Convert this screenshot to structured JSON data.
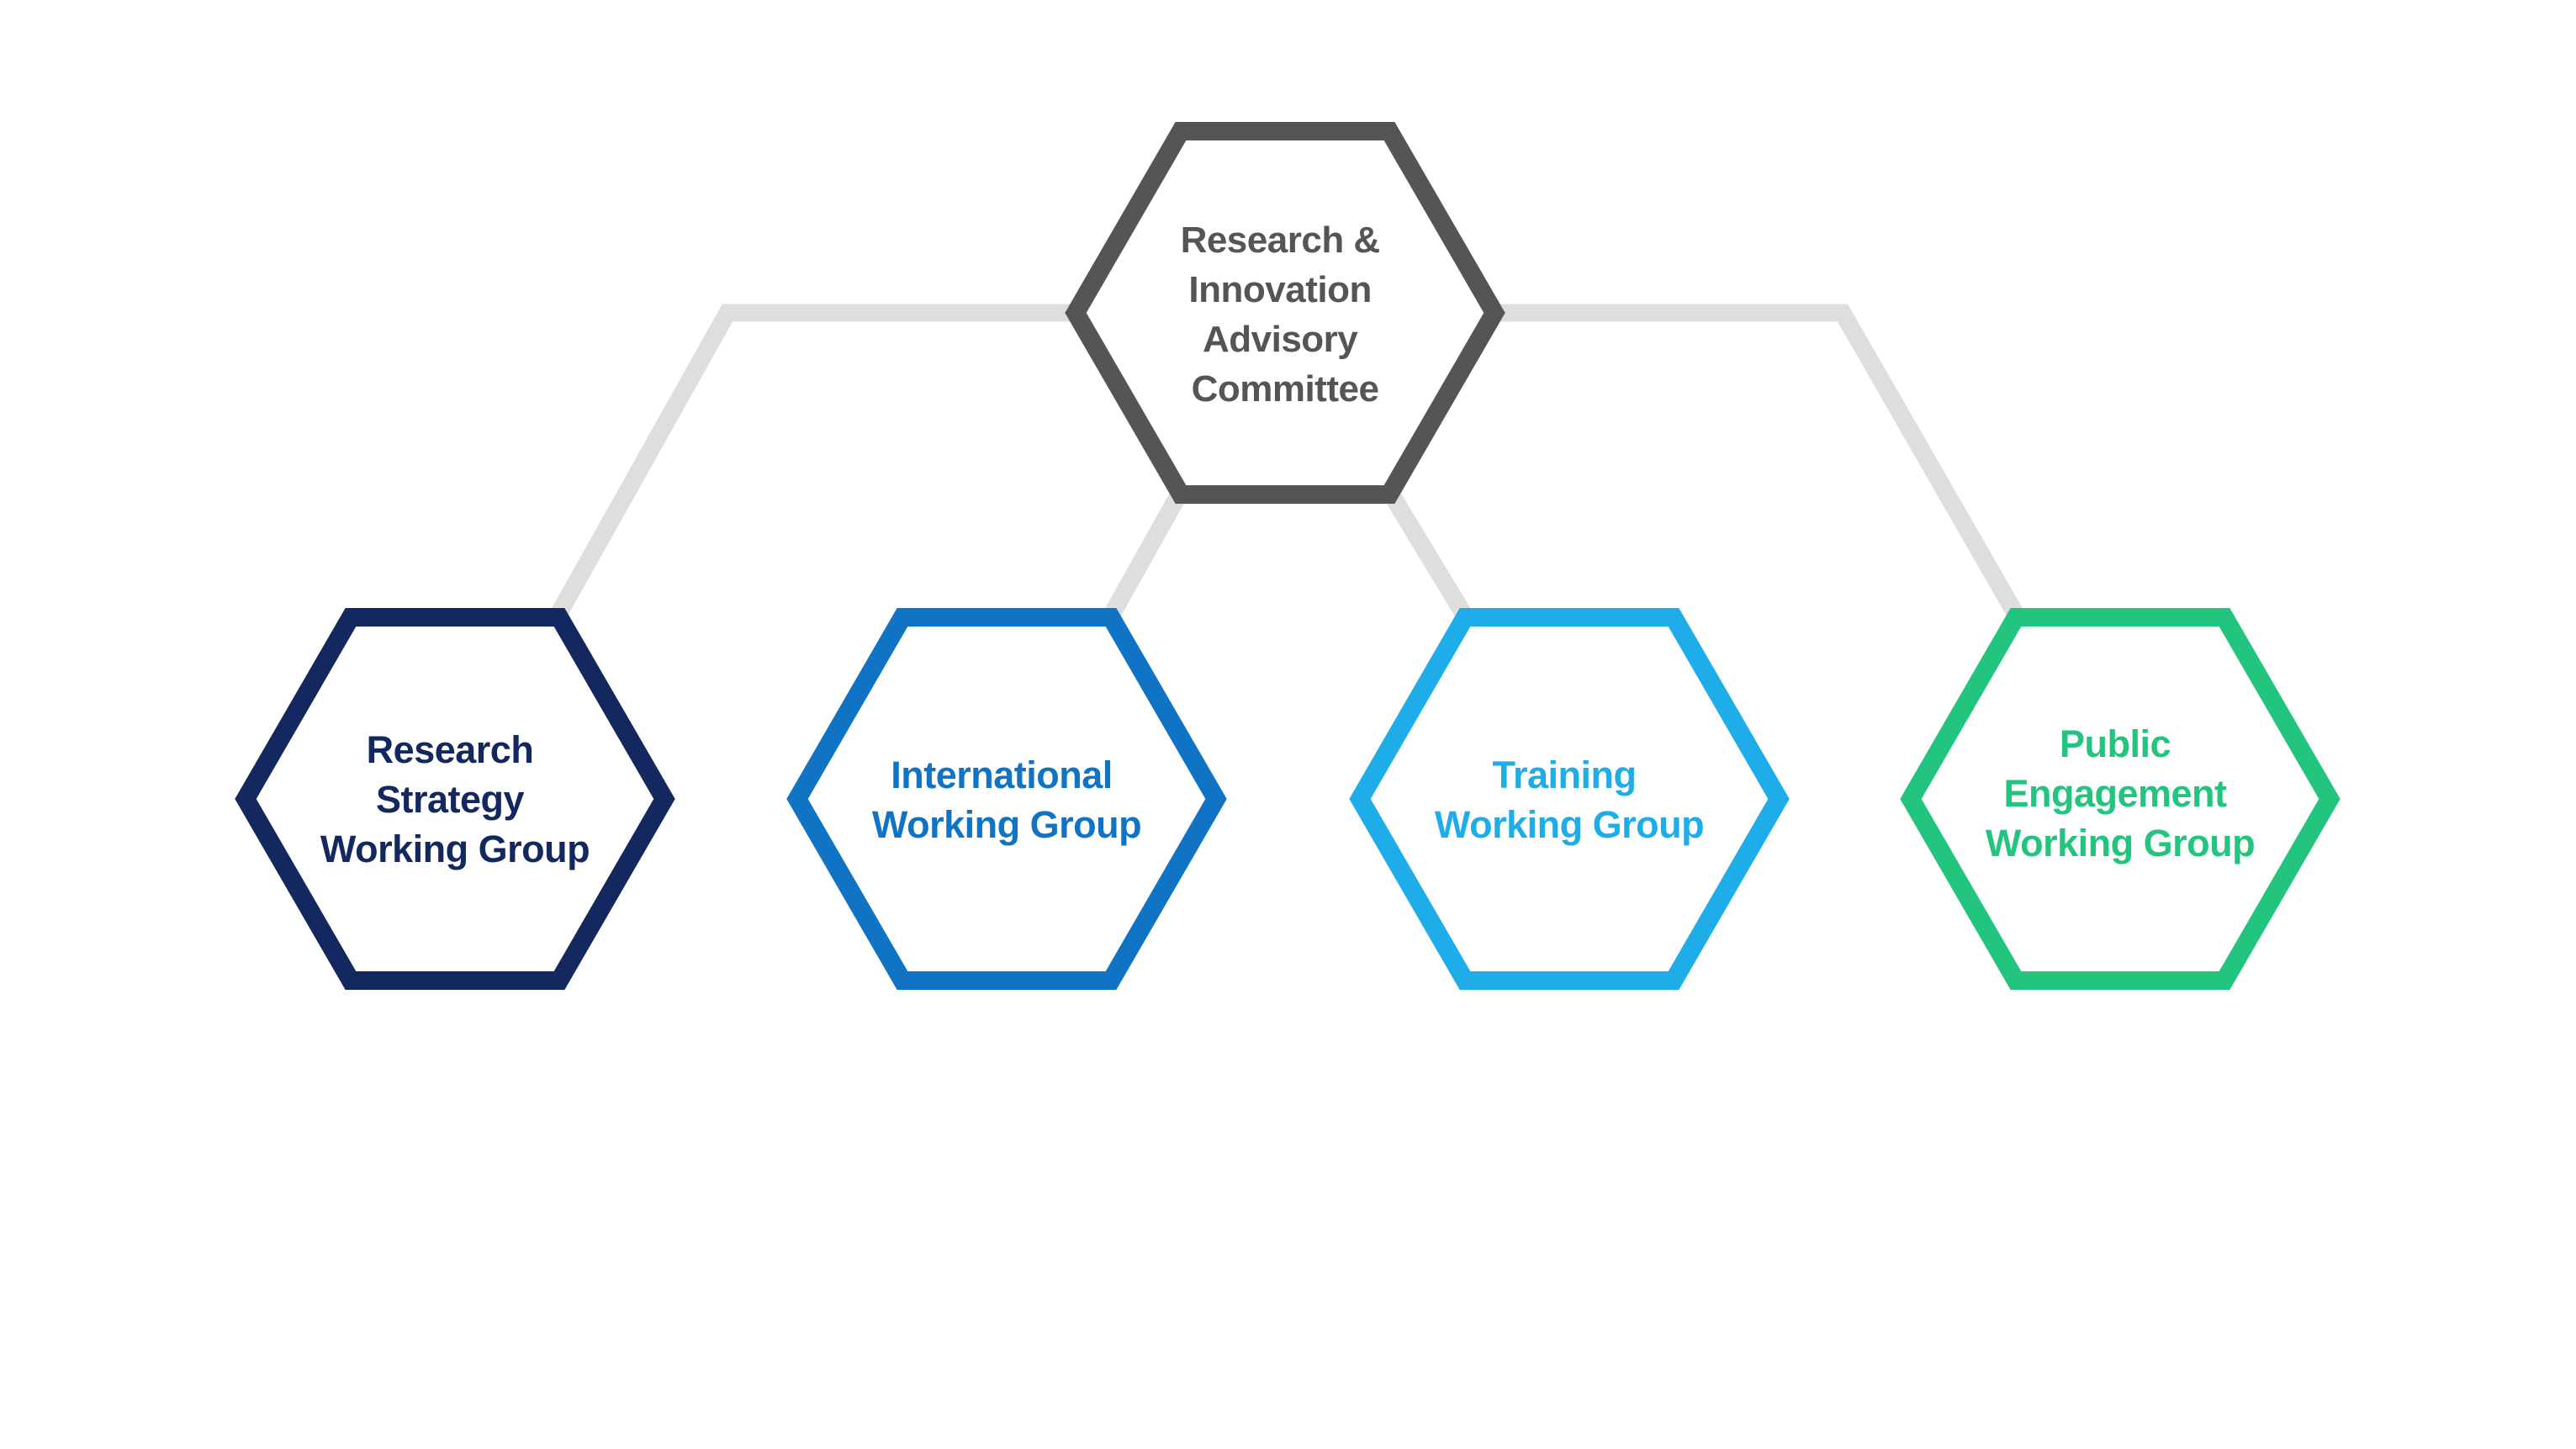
{
  "diagram": {
    "type": "org-chart",
    "background_color": "#ffffff",
    "connector_color": "#dedede",
    "nodes": [
      {
        "id": "advisory-committee",
        "role": "parent",
        "label": "Research & Innovation Advisory Committee",
        "lines": [
          "Research &",
          "Innovation",
          "Advisory",
          "Committee"
        ],
        "color": "#555557",
        "shape": "hexagon"
      },
      {
        "id": "research-strategy-working-group",
        "role": "child",
        "label": "Research Strategy Working Group",
        "lines": [
          "Research",
          "Strategy",
          "Working Group"
        ],
        "color": "#13285f",
        "shape": "hexagon"
      },
      {
        "id": "international-working-group",
        "role": "child",
        "label": "International Working Group",
        "lines": [
          "International",
          "Working Group"
        ],
        "color": "#1173c4",
        "shape": "hexagon"
      },
      {
        "id": "training-working-group",
        "role": "child",
        "label": "Training Working Group",
        "lines": [
          "Training",
          "Working Group"
        ],
        "color": "#1fadea",
        "shape": "hexagon"
      },
      {
        "id": "public-engagement-working-group",
        "role": "child",
        "label": "Public Engagement Working Group",
        "lines": [
          "Public",
          "Engagement",
          "Working Group"
        ],
        "color": "#23c57e",
        "shape": "hexagon"
      }
    ],
    "edges": [
      {
        "from": "advisory-committee",
        "to": "research-strategy-working-group"
      },
      {
        "from": "advisory-committee",
        "to": "international-working-group"
      },
      {
        "from": "advisory-committee",
        "to": "training-working-group"
      },
      {
        "from": "advisory-committee",
        "to": "public-engagement-working-group"
      }
    ]
  }
}
